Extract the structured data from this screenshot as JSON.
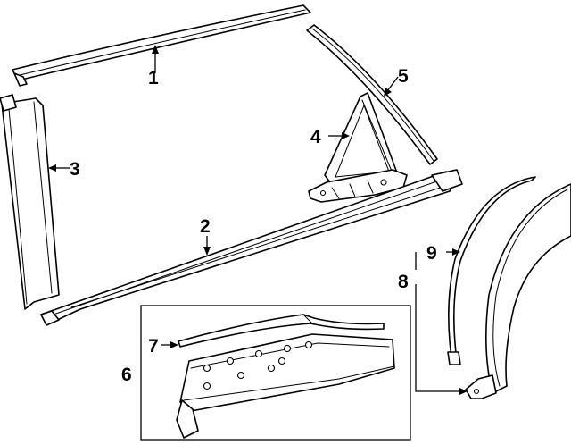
{
  "callouts": {
    "c1": "1",
    "c2": "2",
    "c3": "3",
    "c4": "4",
    "c5": "5",
    "c6": "6",
    "c7": "7",
    "c8": "8",
    "c9": "9"
  }
}
